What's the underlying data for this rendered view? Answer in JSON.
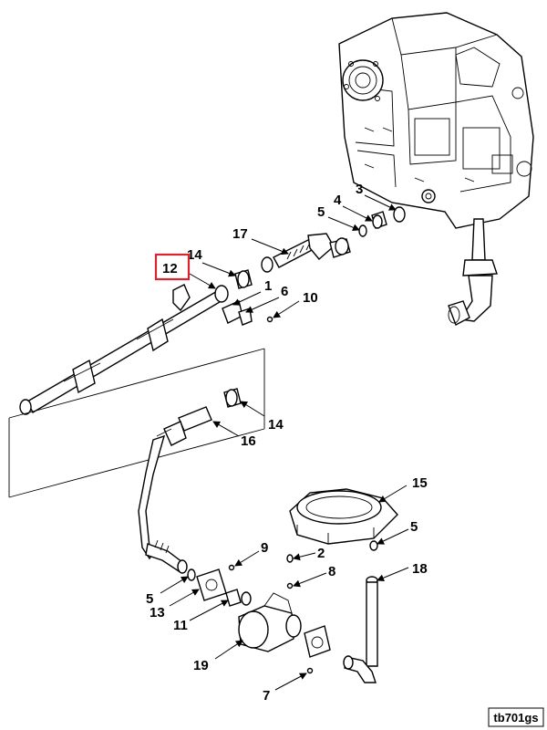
{
  "diagram": {
    "reference_code": "tb701gs",
    "highlighted_callout": "12",
    "highlight_color": "#d9232e",
    "callouts": {
      "c1": "1",
      "c2": "2",
      "c3": "3",
      "c4": "4",
      "c5a": "5",
      "c5b": "5",
      "c5c": "5",
      "c6": "6",
      "c7": "7",
      "c8": "8",
      "c9": "9",
      "c10": "10",
      "c11": "11",
      "c12": "12",
      "c13": "13",
      "c14a": "14",
      "c14b": "14",
      "c15": "15",
      "c16": "16",
      "c17": "17",
      "c18": "18",
      "c19": "19"
    }
  }
}
